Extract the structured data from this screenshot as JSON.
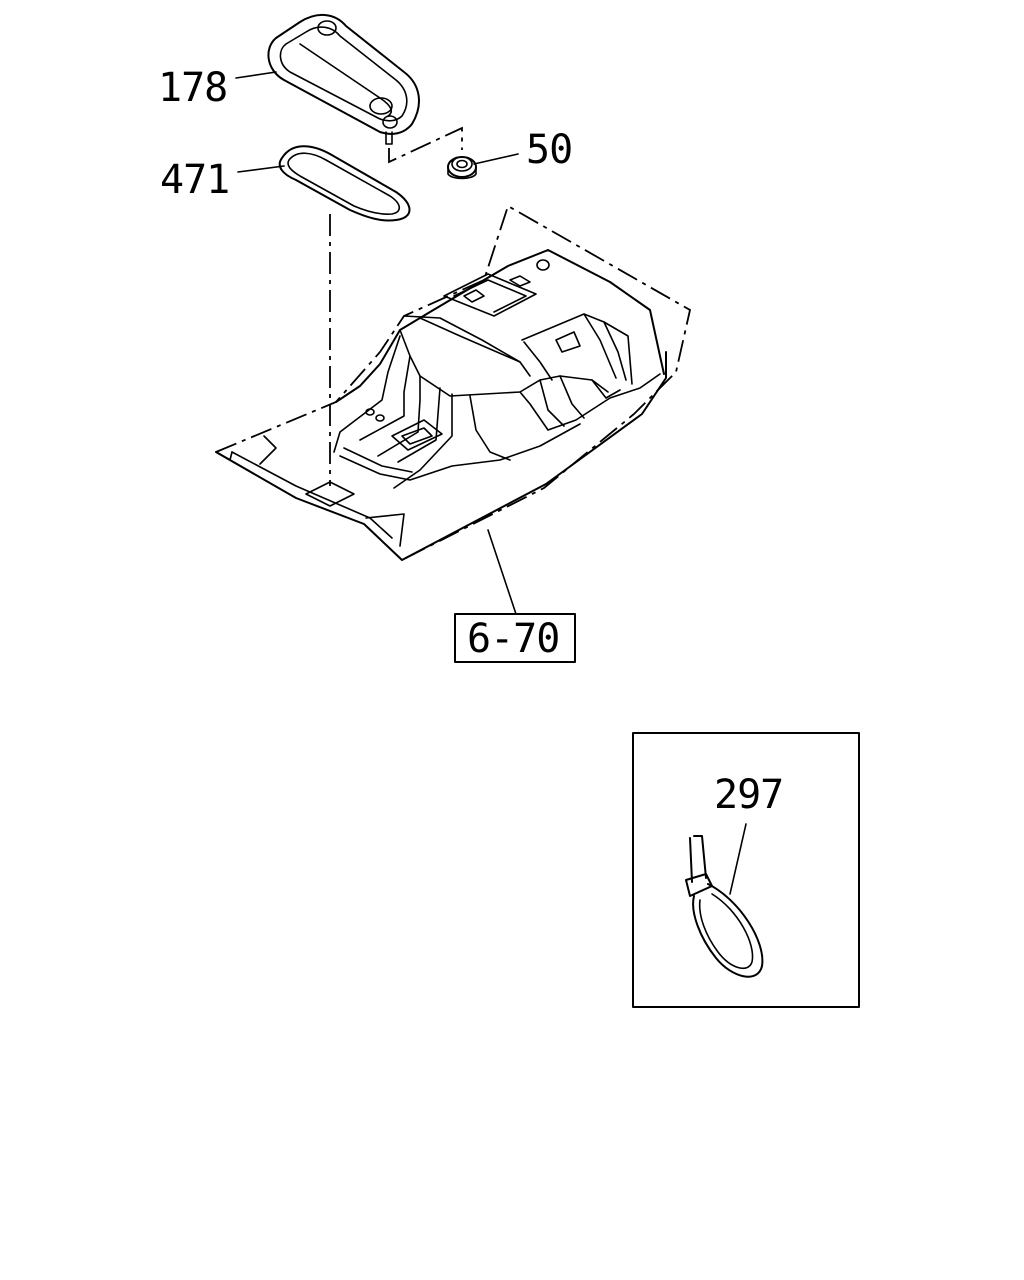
{
  "callouts": {
    "p178": "178",
    "p471": "471",
    "p50": "50",
    "p670": "6-70",
    "p297": "297"
  }
}
